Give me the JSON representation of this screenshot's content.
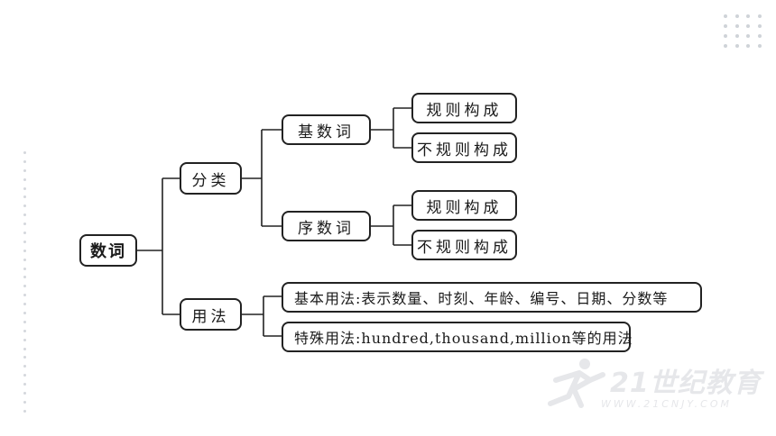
{
  "root": {
    "label": "数词"
  },
  "branches": {
    "classification": {
      "label": "分类",
      "cardinal": {
        "label": "基数词",
        "children": [
          "规则构成",
          "不规则构成"
        ]
      },
      "ordinal": {
        "label": "序数词",
        "children": [
          "规则构成",
          "不规则构成"
        ]
      }
    },
    "usage": {
      "label": "用法",
      "basic": "基本用法:表示数量、时刻、年龄、编号、日期、分数等",
      "special": "特殊用法:hundred,thousand,million等的用法"
    }
  },
  "watermark": {
    "brand": "21世纪教育",
    "url": "WWW.21CNJY.COM"
  }
}
